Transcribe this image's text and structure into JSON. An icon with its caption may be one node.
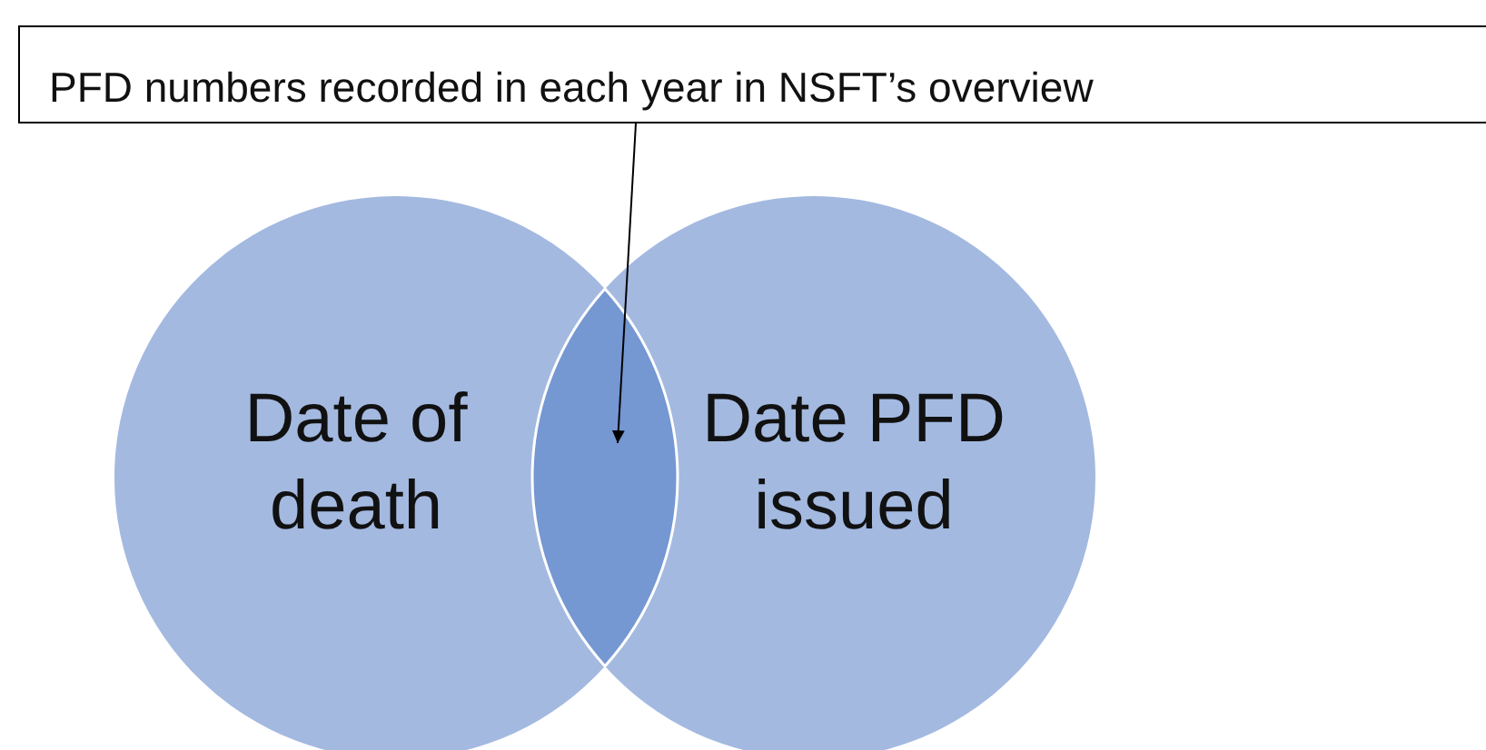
{
  "diagram": {
    "nodes": [
      {
        "text": [
          "PFD numbers recorded in each year in NSFT’s overview"
        ]
      },
      {
        "text": [
          "Date of death"
        ]
      },
      {
        "text": [
          "Date PFD issued"
        ]
      },
      {
        "text": [],
        "shape": "lens"
      }
    ],
    "edges": [
      {
        "from": 0,
        "to": 3,
        "arrow": "to"
      }
    ]
  }
}
